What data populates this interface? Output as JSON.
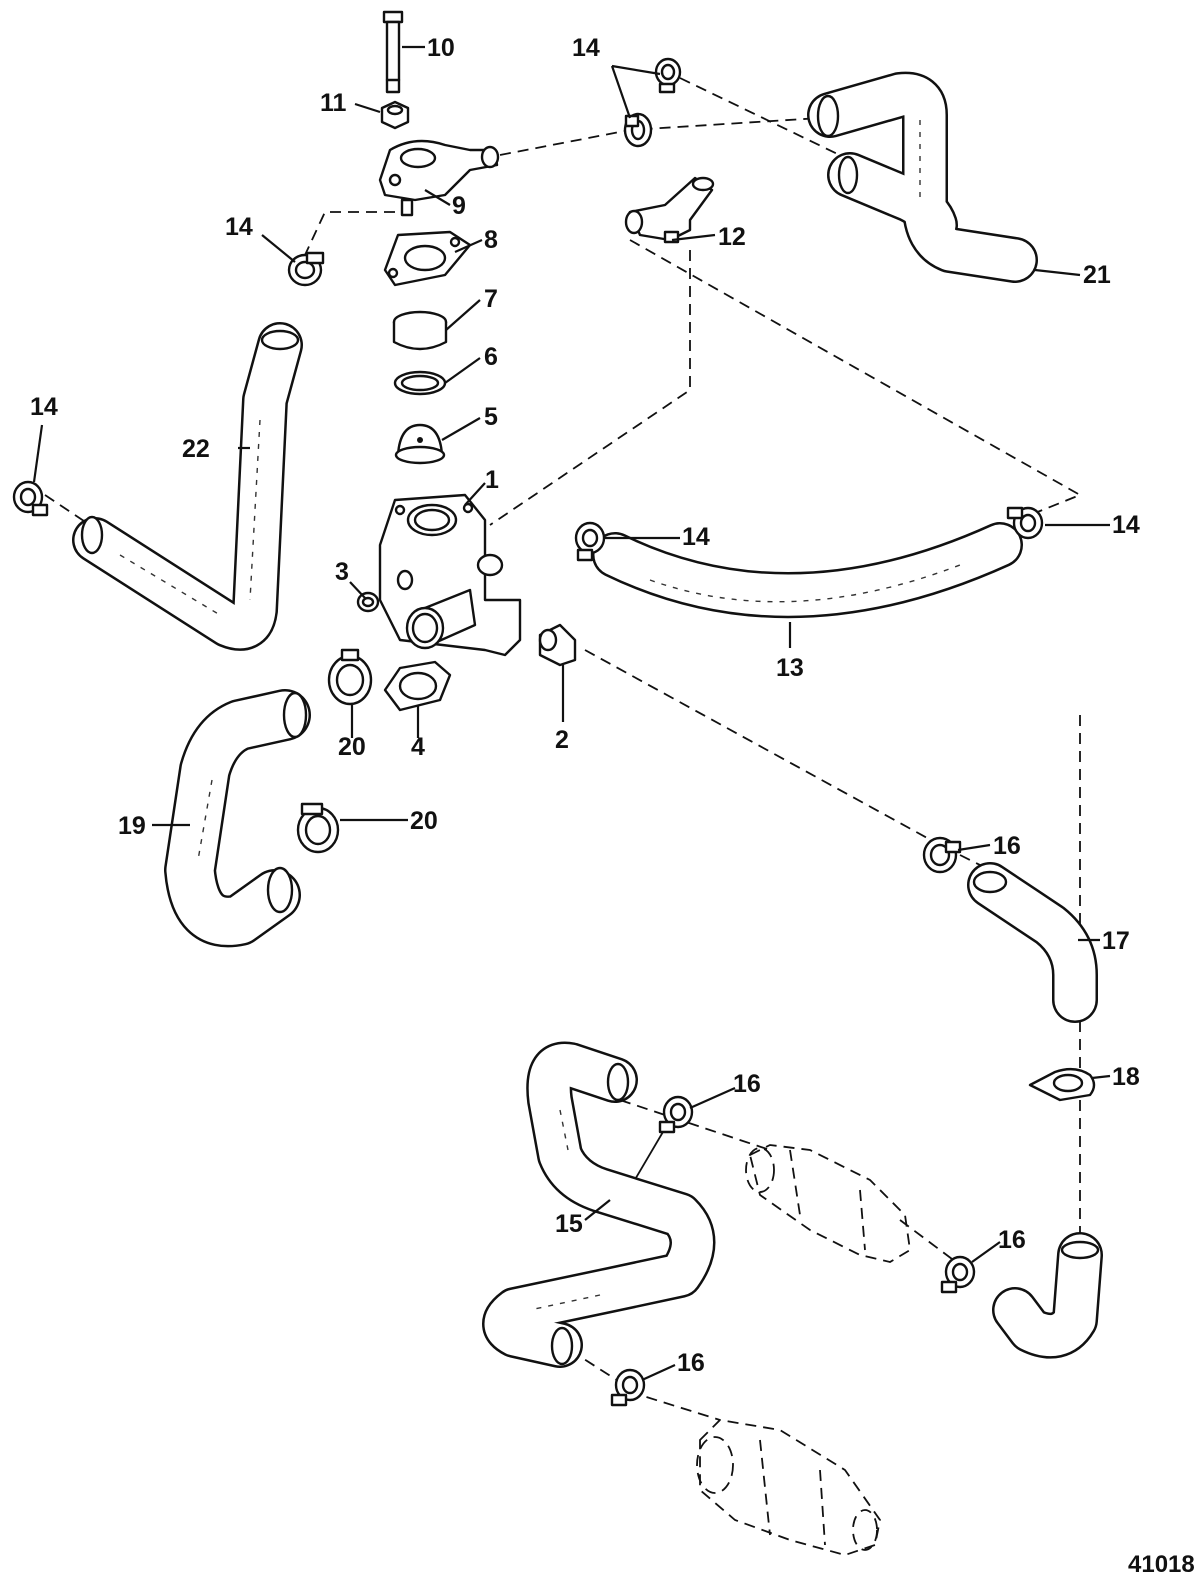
{
  "figure_number": "41018",
  "callouts": {
    "c1": "1",
    "c2": "2",
    "c3": "3",
    "c4": "4",
    "c5": "5",
    "c6": "6",
    "c7": "7",
    "c8": "8",
    "c9": "9",
    "c10": "10",
    "c11": "11",
    "c12": "12",
    "c13": "13",
    "c14a": "14",
    "c14b": "14",
    "c14c": "14",
    "c14d": "14",
    "c14e": "14",
    "c15": "15",
    "c16a": "16",
    "c16b": "16",
    "c16c": "16",
    "c16d": "16",
    "c17": "17",
    "c18": "18",
    "c19": "19",
    "c20a": "20",
    "c20b": "20",
    "c21": "21",
    "c22": "22"
  }
}
